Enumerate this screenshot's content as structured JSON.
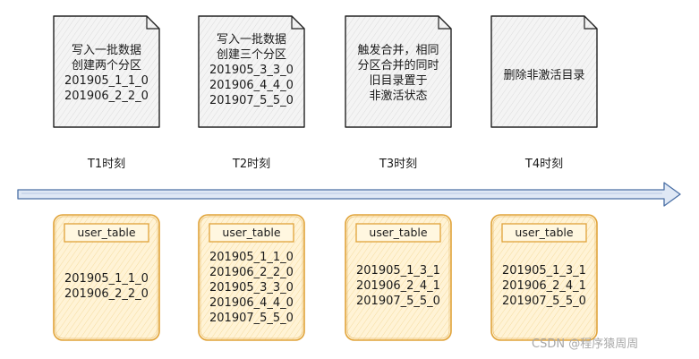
{
  "steps": [
    {
      "note_lines": [
        "写入一批数据",
        "创建两个分区",
        "201905_1_1_0",
        "201906_2_2_0"
      ],
      "time_label": "T1时刻",
      "table_name": "user_table",
      "partitions": [
        "201905_1_1_0",
        "201906_2_2_0"
      ]
    },
    {
      "note_lines": [
        "写入一批数据",
        "创建三个分区",
        "201905_3_3_0",
        "201906_4_4_0",
        "201907_5_5_0"
      ],
      "time_label": "T2时刻",
      "table_name": "user_table",
      "partitions": [
        "201905_1_1_0",
        "201906_2_2_0",
        "201905_3_3_0",
        "201906_4_4_0",
        "201907_5_5_0"
      ]
    },
    {
      "note_lines": [
        "触发合并，相同",
        "分区合并的同时",
        "旧目录置于",
        "非激活状态"
      ],
      "time_label": "T3时刻",
      "table_name": "user_table",
      "partitions": [
        "201905_1_3_1",
        "201906_2_4_1",
        "201907_5_5_0"
      ]
    },
    {
      "note_lines": [
        "删除非激活目录"
      ],
      "time_label": "T4时刻",
      "table_name": "user_table",
      "partitions": [
        "201905_1_3_1",
        "201906_2_4_1",
        "201907_5_5_0"
      ]
    }
  ],
  "watermark": "CSDN @程序猿周周",
  "colors": {
    "note_fill": "#f2f2f2",
    "note_stroke": "#222222",
    "arrow_stroke": "#4a6fa5",
    "arrow_fill": "#dfe8f5",
    "box_fill": "#fff0cc",
    "box_stroke": "#e0a33a",
    "label_fill": "#fff7e0"
  }
}
